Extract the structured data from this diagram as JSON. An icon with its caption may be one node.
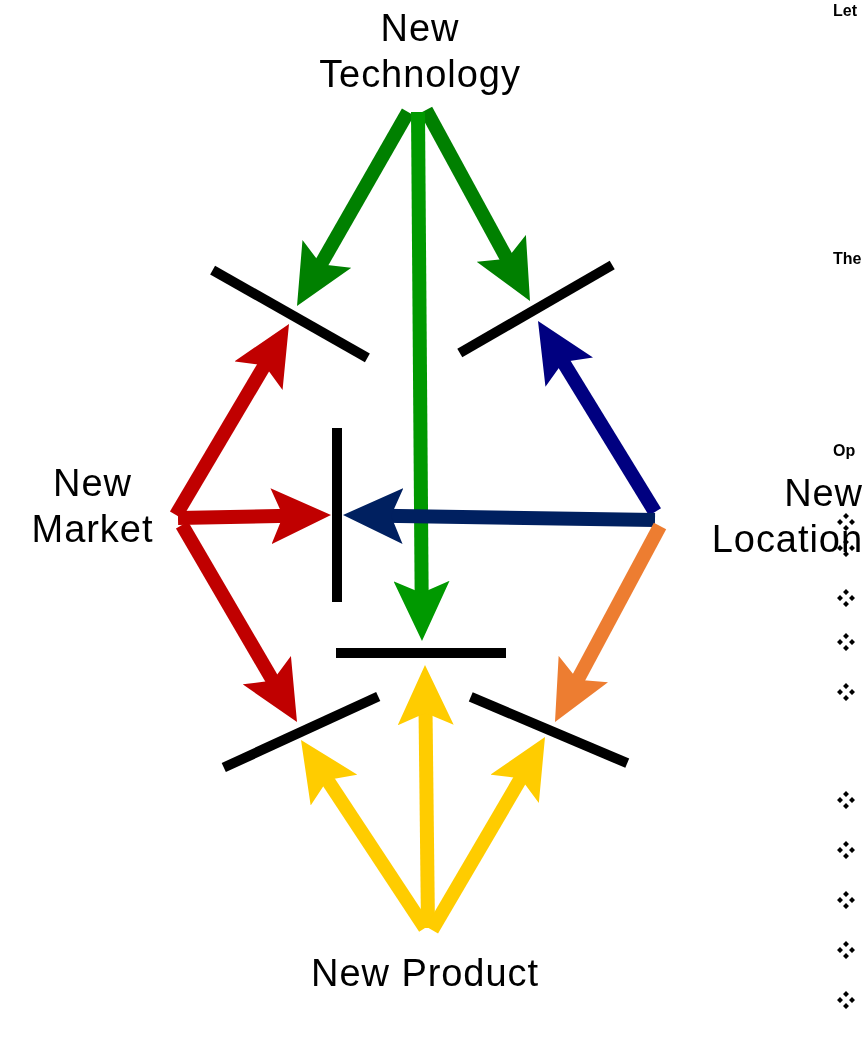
{
  "diagram": {
    "nodes": [
      {
        "text": [
          "New Technology"
        ]
      },
      {
        "text": [
          "New Market"
        ]
      },
      {
        "text": [
          "New Location"
        ]
      },
      {
        "text": [
          "New Product"
        ]
      },
      {
        "text": [],
        "shape": "bar"
      },
      {
        "text": [],
        "shape": "bar"
      },
      {
        "text": [],
        "shape": "bar"
      },
      {
        "text": [],
        "shape": "bar"
      },
      {
        "text": [],
        "shape": "bar"
      },
      {
        "text": [],
        "shape": "bar"
      }
    ],
    "edges": [
      {
        "from": 0,
        "to": 4,
        "arrow": "to",
        "color": "#008000"
      },
      {
        "from": 0,
        "to": 5,
        "arrow": "to",
        "color": "#008000"
      },
      {
        "from": 0,
        "to": 7,
        "arrow": "to",
        "color": "#009900"
      },
      {
        "from": 1,
        "to": 4,
        "arrow": "to",
        "color": "#c00000"
      },
      {
        "from": 1,
        "to": 6,
        "arrow": "to",
        "color": "#c00000"
      },
      {
        "from": 1,
        "to": 8,
        "arrow": "to",
        "color": "#c00000"
      },
      {
        "from": 2,
        "to": 5,
        "arrow": "to",
        "color": "#000080"
      },
      {
        "from": 2,
        "to": 6,
        "arrow": "to",
        "color": "#002060"
      },
      {
        "from": 2,
        "to": 9,
        "arrow": "to",
        "color": "#ed7d31"
      },
      {
        "from": 3,
        "to": 8,
        "arrow": "to",
        "color": "#ffcc00"
      },
      {
        "from": 3,
        "to": 7,
        "arrow": "to",
        "color": "#ffcc00"
      },
      {
        "from": 3,
        "to": 9,
        "arrow": "to",
        "color": "#ffcc00"
      }
    ],
    "labels": [
      "Let",
      "The",
      "Op"
    ]
  }
}
